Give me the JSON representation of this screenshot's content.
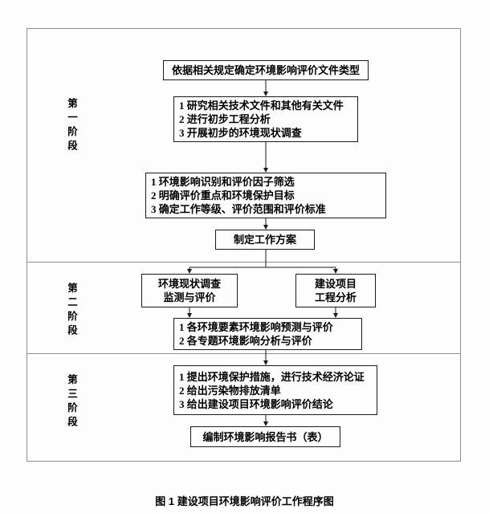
{
  "caption": "图 1 建设项目环境影响评价工作程序图",
  "colors": {
    "box_border": "#1a1a1a",
    "frame_border": "#8f8f8f",
    "text": "#000000",
    "background": "#fdfdfd"
  },
  "phases": [
    {
      "label": "第一阶段"
    },
    {
      "label": "第二阶段"
    },
    {
      "label": "第三阶段"
    }
  ],
  "boxes": {
    "doc_type": {
      "lines": [
        "依据相关规定确定环境影响评价文件类型"
      ]
    },
    "preliminary_work": {
      "lines": [
        "1 研究相关技术文件和其他有关文件",
        "2 进行初步工程分析",
        "3 开展初步的环境现状调查"
      ]
    },
    "impact_identification": {
      "lines": [
        "1 环境影响识别和评价因子筛选",
        "2 明确评价重点和环境保护目标",
        "3 确定工作等级、评价范围和评价标准"
      ]
    },
    "work_plan": {
      "lines": [
        "制定工作方案"
      ]
    },
    "status_survey": {
      "lines": [
        "环境现状调查",
        "监测与评价"
      ]
    },
    "project_analysis": {
      "lines": [
        "建设项目",
        "工程分析"
      ]
    },
    "impact_prediction": {
      "lines": [
        "1 各环境要素环境影响预测与评价",
        "2 各专题环境影响分析与评价"
      ]
    },
    "measures_conclusion": {
      "lines": [
        "1 提出环境保护措施，进行技术经济论证",
        "2 给出污染物排放清单",
        "3 给出建设项目环境影响评价结论"
      ]
    },
    "report": {
      "lines": [
        "编制环境影响报告书（表）"
      ]
    }
  }
}
